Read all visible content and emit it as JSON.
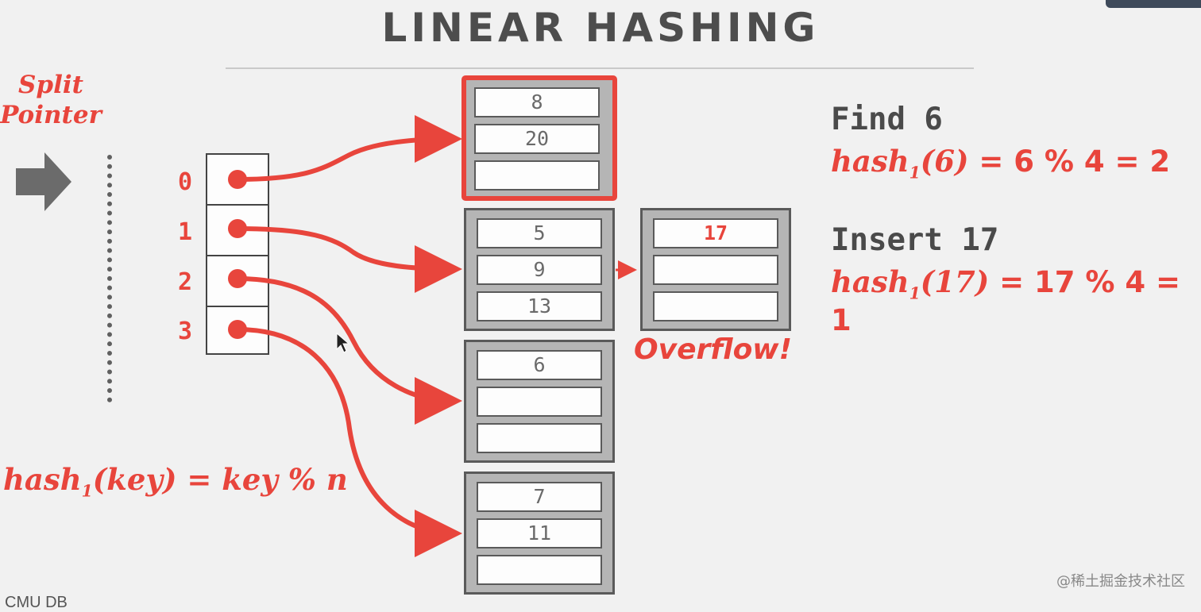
{
  "title": "LINEAR HASHING",
  "split_pointer": {
    "line1": "Split",
    "line2": "Pointer"
  },
  "directory": {
    "indices": [
      "0",
      "1",
      "2",
      "3"
    ]
  },
  "buckets": [
    {
      "slots": [
        "8",
        "20",
        ""
      ],
      "highlighted": true
    },
    {
      "slots": [
        "5",
        "9",
        "13"
      ],
      "highlighted": false
    },
    {
      "slots": [
        "6",
        "",
        ""
      ],
      "highlighted": false
    },
    {
      "slots": [
        "7",
        "11",
        ""
      ],
      "highlighted": false
    }
  ],
  "overflow_bucket": {
    "slots": [
      "17",
      "",
      ""
    ],
    "label": "Overflow!"
  },
  "find": {
    "command": "Find 6",
    "hash_name": "hash",
    "hash_sub": "1",
    "hash_arg": "(6)",
    "hash_result": "=  6 % 4 = 2"
  },
  "insert": {
    "command": "Insert 17",
    "hash_name": "hash",
    "hash_sub": "1",
    "hash_arg": "(17)",
    "hash_result": "=  17 % 4 = 1"
  },
  "formula": {
    "name": "hash",
    "sub": "1",
    "rest": "(key) = key % n"
  },
  "footer": {
    "left": "CMU DB",
    "watermark": "@稀土掘金技术社区"
  },
  "colors": {
    "accent": "#e8453c",
    "text": "#4d4d4d",
    "bucket_fill": "#b5b5b5"
  }
}
